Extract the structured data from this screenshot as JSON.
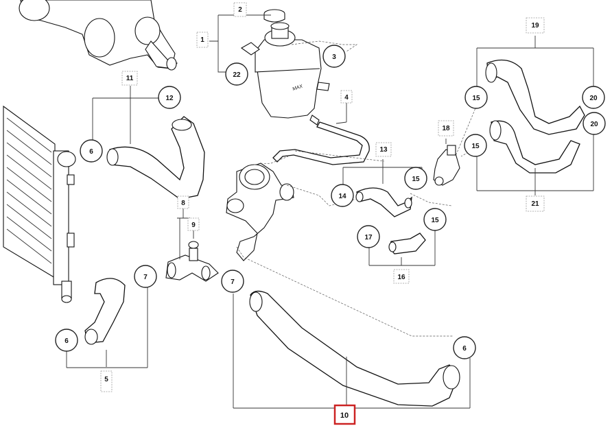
{
  "diagram": {
    "reservoir_marking": "MAX",
    "selected_callout": "10",
    "selection_color": "#cc2222",
    "callouts": {
      "c1": "1",
      "c2": "2",
      "c3": "3",
      "c4": "4",
      "c5": "5",
      "c6a": "6",
      "c6b": "6",
      "c6c": "6",
      "c7a": "7",
      "c7b": "7",
      "c8": "8",
      "c9": "9",
      "c10": "10",
      "c11": "11",
      "c12": "12",
      "c13": "13",
      "c14": "14",
      "c15a": "15",
      "c15b": "15",
      "c15c": "15",
      "c15d": "15",
      "c16": "16",
      "c17": "17",
      "c18": "18",
      "c19": "19",
      "c20a": "20",
      "c20b": "20",
      "c21": "21",
      "c22": "22"
    }
  }
}
